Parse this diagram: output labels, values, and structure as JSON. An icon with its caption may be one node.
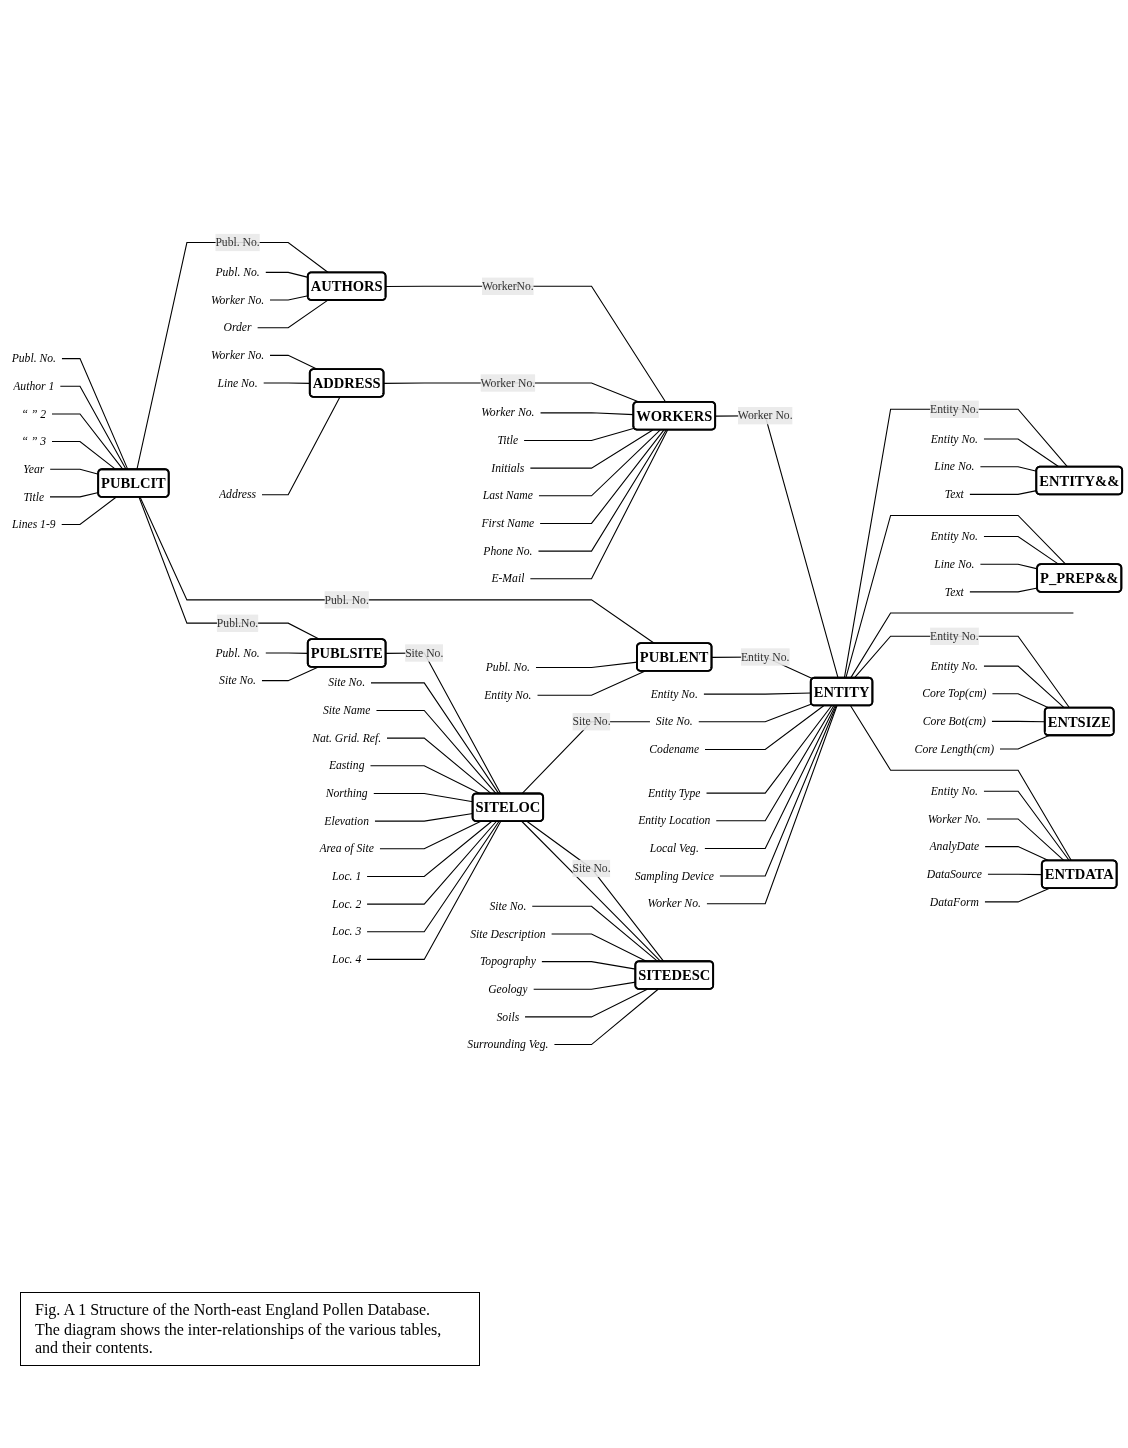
{
  "diagram": {
    "caption": "Fig. A 1 Structure of the North-east England Pollen Database.",
    "nodes": [
      {
        "text": [
          "PUBLCIT"
        ]
      },
      {
        "text": [
          "Publ. No."
        ]
      },
      {
        "text": [
          "Author 1"
        ]
      },
      {
        "text": [
          "“ ” 2"
        ]
      },
      {
        "text": [
          "“ ” 3"
        ]
      },
      {
        "text": [
          "Year"
        ]
      },
      {
        "text": [
          "Title"
        ]
      },
      {
        "text": [
          "Lines 1-9"
        ]
      },
      {
        "text": [
          "AUTHORS"
        ]
      },
      {
        "text": [
          "Publ. No."
        ]
      },
      {
        "text": [
          "Worker No."
        ]
      },
      {
        "text": [
          "Order"
        ]
      },
      {
        "text": [
          "ADDRESS"
        ]
      },
      {
        "text": [
          "Worker No."
        ]
      },
      {
        "text": [
          "Line No."
        ]
      },
      {
        "text": [
          "Address"
        ]
      },
      {
        "text": [
          "WORKERS"
        ]
      },
      {
        "text": [
          "Worker No."
        ]
      },
      {
        "text": [
          "Title"
        ]
      },
      {
        "text": [
          "Initials"
        ]
      },
      {
        "text": [
          "Last Name"
        ]
      },
      {
        "text": [
          "First Name"
        ]
      },
      {
        "text": [
          "Phone No."
        ]
      },
      {
        "text": [
          "E-Mail"
        ]
      },
      {
        "text": [
          "PUBLSITE"
        ]
      },
      {
        "text": [
          "Publ. No."
        ]
      },
      {
        "text": [
          "Site No."
        ]
      },
      {
        "text": [
          "PUBLENT"
        ]
      },
      {
        "text": [
          "Publ. No."
        ]
      },
      {
        "text": [
          "Entity No."
        ]
      },
      {
        "text": [
          "SITELOC"
        ]
      },
      {
        "text": [
          "Site No."
        ]
      },
      {
        "text": [
          "Site Name"
        ]
      },
      {
        "text": [
          "Nat. Grid. Ref."
        ]
      },
      {
        "text": [
          "Easting"
        ]
      },
      {
        "text": [
          "Northing"
        ]
      },
      {
        "text": [
          "Elevation"
        ]
      },
      {
        "text": [
          "Area of Site"
        ]
      },
      {
        "text": [
          "Loc. 1"
        ]
      },
      {
        "text": [
          "Loc. 2"
        ]
      },
      {
        "text": [
          "Loc. 3"
        ]
      },
      {
        "text": [
          "Loc. 4"
        ]
      },
      {
        "text": [
          "ENTITY"
        ]
      },
      {
        "text": [
          "Entity No."
        ]
      },
      {
        "text": [
          "Site No."
        ]
      },
      {
        "text": [
          "Codename"
        ]
      },
      {
        "text": [
          "Entity Type"
        ]
      },
      {
        "text": [
          "Entity Location"
        ]
      },
      {
        "text": [
          "Local Veg."
        ]
      },
      {
        "text": [
          "Sampling Device"
        ]
      },
      {
        "text": [
          "Worker No."
        ]
      },
      {
        "text": [
          "SITEDESC"
        ]
      },
      {
        "text": [
          "Site No."
        ]
      },
      {
        "text": [
          "Site Description"
        ]
      },
      {
        "text": [
          "Topography"
        ]
      },
      {
        "text": [
          "Geology"
        ]
      },
      {
        "text": [
          "Soils"
        ]
      },
      {
        "text": [
          "Surrounding Veg."
        ]
      },
      {
        "text": [
          "ENTITY&&"
        ]
      },
      {
        "text": [
          "Entity No."
        ]
      },
      {
        "text": [
          "Line No."
        ]
      },
      {
        "text": [
          "Text"
        ]
      },
      {
        "text": [
          "P_PREP&&"
        ]
      },
      {
        "text": [
          "Entity No."
        ]
      },
      {
        "text": [
          "Line No."
        ]
      },
      {
        "text": [
          "Text"
        ]
      },
      {
        "text": [
          "ENTSIZE"
        ]
      },
      {
        "text": [
          "Entity No."
        ]
      },
      {
        "text": [
          "Core Top(cm)"
        ]
      },
      {
        "text": [
          "Core Bot(cm)"
        ]
      },
      {
        "text": [
          "Core Length(cm)"
        ]
      },
      {
        "text": [
          "ENTDATA"
        ]
      },
      {
        "text": [
          "Entity No."
        ]
      },
      {
        "text": [
          "Worker No."
        ]
      },
      {
        "text": [
          "AnalyDate"
        ]
      },
      {
        "text": [
          "DataSource"
        ]
      },
      {
        "text": [
          "DataForm"
        ]
      }
    ],
    "edges": [
      {
        "from": 0,
        "to": 8,
        "arrow": "none",
        "label": "Publ. No."
      },
      {
        "from": 0,
        "to": 24,
        "arrow": "none",
        "label": "Publ.No."
      },
      {
        "from": 0,
        "to": 27,
        "arrow": "none",
        "label": "Publ. No."
      },
      {
        "from": 8,
        "to": 16,
        "arrow": "none",
        "label": "WorkerNo."
      },
      {
        "from": 12,
        "to": 16,
        "arrow": "none",
        "label": "Worker No."
      },
      {
        "from": 16,
        "to": 42,
        "arrow": "none",
        "label": "Worker No."
      },
      {
        "from": 27,
        "to": 42,
        "arrow": "none",
        "label": "Entity No."
      },
      {
        "from": 24,
        "to": 30,
        "arrow": "none",
        "label": "Site No."
      },
      {
        "from": 30,
        "to": 44,
        "arrow": "none",
        "label": "Site No."
      },
      {
        "from": 30,
        "to": 51,
        "arrow": "none",
        "label": "Site No."
      },
      {
        "from": 30,
        "to": 51,
        "arrow": "none"
      },
      {
        "from": 42,
        "to": 58,
        "arrow": "none",
        "label": "Entity No."
      },
      {
        "from": 42,
        "to": 62,
        "arrow": "none"
      },
      {
        "from": 42,
        "to": null,
        "arrow": "none"
      },
      {
        "from": 42,
        "to": 66,
        "arrow": "none",
        "label": "Entity No."
      },
      {
        "from": 42,
        "to": 71,
        "arrow": "none"
      },
      {
        "from": 1,
        "to": 0,
        "arrow": "none"
      },
      {
        "from": 2,
        "to": 0,
        "arrow": "none"
      },
      {
        "from": 3,
        "to": 0,
        "arrow": "none"
      },
      {
        "from": 4,
        "to": 0,
        "arrow": "none"
      },
      {
        "from": 5,
        "to": 0,
        "arrow": "none"
      },
      {
        "from": 6,
        "to": 0,
        "arrow": "none"
      },
      {
        "from": 7,
        "to": 0,
        "arrow": "none"
      },
      {
        "from": 9,
        "to": 8,
        "arrow": "none"
      },
      {
        "from": 10,
        "to": 8,
        "arrow": "none"
      },
      {
        "from": 11,
        "to": 8,
        "arrow": "none"
      },
      {
        "from": 13,
        "to": 12,
        "arrow": "none"
      },
      {
        "from": 14,
        "to": 12,
        "arrow": "none"
      },
      {
        "from": 15,
        "to": 12,
        "arrow": "none"
      },
      {
        "from": 17,
        "to": 16,
        "arrow": "none"
      },
      {
        "from": 18,
        "to": 16,
        "arrow": "none"
      },
      {
        "from": 19,
        "to": 16,
        "arrow": "none"
      },
      {
        "from": 20,
        "to": 16,
        "arrow": "none"
      },
      {
        "from": 21,
        "to": 16,
        "arrow": "none"
      },
      {
        "from": 22,
        "to": 16,
        "arrow": "none"
      },
      {
        "from": 23,
        "to": 16,
        "arrow": "none"
      },
      {
        "from": 25,
        "to": 24,
        "arrow": "none"
      },
      {
        "from": 26,
        "to": 24,
        "arrow": "none"
      },
      {
        "from": 28,
        "to": 27,
        "arrow": "none"
      },
      {
        "from": 29,
        "to": 27,
        "arrow": "none"
      },
      {
        "from": 31,
        "to": 30,
        "arrow": "none"
      },
      {
        "from": 32,
        "to": 30,
        "arrow": "none"
      },
      {
        "from": 33,
        "to": 30,
        "arrow": "none"
      },
      {
        "from": 34,
        "to": 30,
        "arrow": "none"
      },
      {
        "from": 35,
        "to": 30,
        "arrow": "none"
      },
      {
        "from": 36,
        "to": 30,
        "arrow": "none"
      },
      {
        "from": 37,
        "to": 30,
        "arrow": "none"
      },
      {
        "from": 38,
        "to": 30,
        "arrow": "none"
      },
      {
        "from": 39,
        "to": 30,
        "arrow": "none"
      },
      {
        "from": 40,
        "to": 30,
        "arrow": "none"
      },
      {
        "from": 41,
        "to": 30,
        "arrow": "none"
      },
      {
        "from": 43,
        "to": 42,
        "arrow": "none"
      },
      {
        "from": 44,
        "to": 42,
        "arrow": "none"
      },
      {
        "from": 45,
        "to": 42,
        "arrow": "none"
      },
      {
        "from": 46,
        "to": 42,
        "arrow": "none"
      },
      {
        "from": 47,
        "to": 42,
        "arrow": "none"
      },
      {
        "from": 48,
        "to": 42,
        "arrow": "none"
      },
      {
        "from": 49,
        "to": 42,
        "arrow": "none"
      },
      {
        "from": 50,
        "to": 42,
        "arrow": "none"
      },
      {
        "from": 52,
        "to": 51,
        "arrow": "none"
      },
      {
        "from": 53,
        "to": 51,
        "arrow": "none"
      },
      {
        "from": 54,
        "to": 51,
        "arrow": "none"
      },
      {
        "from": 55,
        "to": 51,
        "arrow": "none"
      },
      {
        "from": 56,
        "to": 51,
        "arrow": "none"
      },
      {
        "from": 57,
        "to": 51,
        "arrow": "none"
      },
      {
        "from": 59,
        "to": 58,
        "arrow": "none"
      },
      {
        "from": 60,
        "to": 58,
        "arrow": "none"
      },
      {
        "from": 61,
        "to": 58,
        "arrow": "none"
      },
      {
        "from": 63,
        "to": 62,
        "arrow": "none"
      },
      {
        "from": 64,
        "to": 62,
        "arrow": "none"
      },
      {
        "from": 65,
        "to": 62,
        "arrow": "none"
      },
      {
        "from": 67,
        "to": 66,
        "arrow": "none"
      },
      {
        "from": 68,
        "to": 66,
        "arrow": "none"
      },
      {
        "from": 69,
        "to": 66,
        "arrow": "none"
      },
      {
        "from": 70,
        "to": 66,
        "arrow": "none"
      },
      {
        "from": 72,
        "to": 71,
        "arrow": "none"
      },
      {
        "from": 73,
        "to": 71,
        "arrow": "none"
      },
      {
        "from": 74,
        "to": 71,
        "arrow": "none"
      },
      {
        "from": 75,
        "to": 71,
        "arrow": "none"
      },
      {
        "from": 76,
        "to": 71,
        "arrow": "none"
      }
    ],
    "labels": [
      "The diagram shows the inter-relationships of the various tables, and their contents."
    ]
  }
}
